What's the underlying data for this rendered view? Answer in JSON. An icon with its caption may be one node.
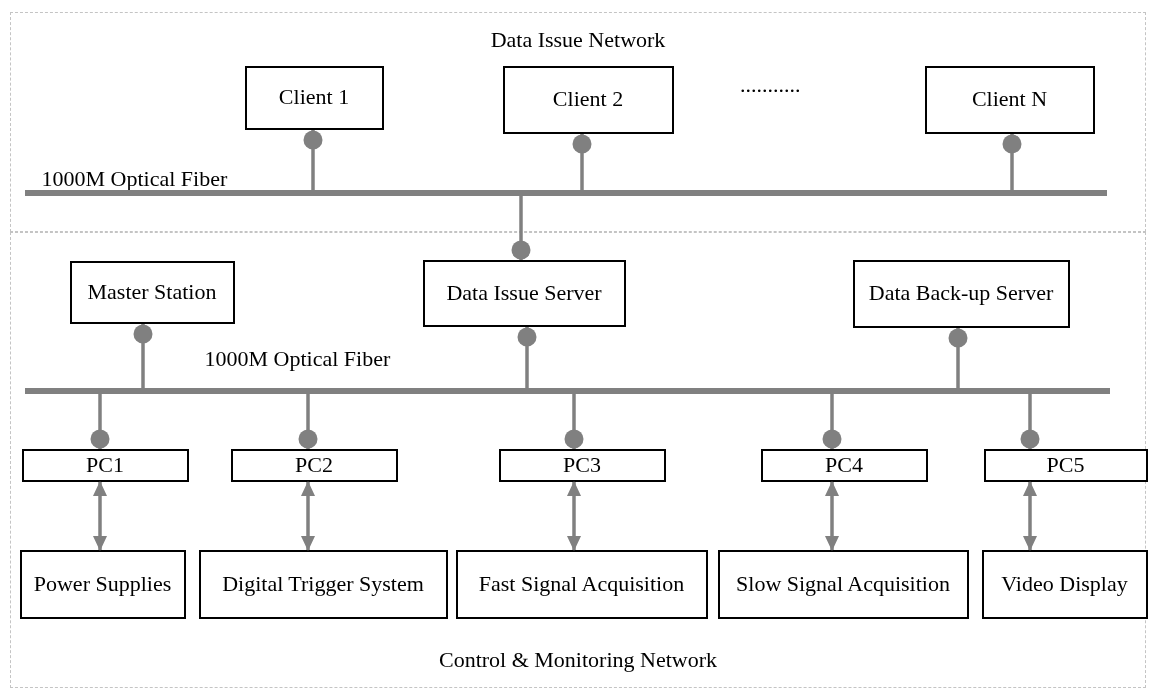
{
  "diagram": {
    "nodes": [
      {
        "text": [
          "Data Issue Network"
        ]
      },
      {
        "text": [
          "Client 1"
        ],
        "in": 0
      },
      {
        "text": [
          "Client 2"
        ],
        "in": 0
      },
      {
        "text": [
          "Client N"
        ],
        "in": 0
      },
      {
        "text": [
          "1000M Optical Fiber"
        ],
        "in": 0
      },
      {
        "text": [
          "Control & Monitoring Network"
        ]
      },
      {
        "text": [
          "Master Station"
        ],
        "in": 5
      },
      {
        "text": [
          "Data Issue Server"
        ],
        "in": 5
      },
      {
        "text": [
          "Data Back-up Server"
        ],
        "in": 5
      },
      {
        "text": [
          "1000M Optical Fiber"
        ],
        "in": 5
      },
      {
        "text": [
          "PC1"
        ],
        "in": 5
      },
      {
        "text": [
          "PC2"
        ],
        "in": 5
      },
      {
        "text": [
          "PC3"
        ],
        "in": 5
      },
      {
        "text": [
          "PC4"
        ],
        "in": 5
      },
      {
        "text": [
          "PC5"
        ],
        "in": 5
      },
      {
        "text": [
          "Power Supplies"
        ],
        "in": 5
      },
      {
        "text": [
          "Digital Trigger System"
        ],
        "in": 5
      },
      {
        "text": [
          "Fast Signal Acquisition"
        ],
        "in": 5
      },
      {
        "text": [
          "Slow Signal Acquisition"
        ],
        "in": 5
      },
      {
        "text": [
          "Video Display"
        ],
        "in": 5
      }
    ],
    "edges": [
      {
        "from": 1,
        "to": 4,
        "arrow": "other"
      },
      {
        "from": 2,
        "to": 4,
        "arrow": "other"
      },
      {
        "from": 3,
        "to": 4,
        "arrow": "other"
      },
      {
        "from": 7,
        "to": 4,
        "arrow": "other"
      },
      {
        "from": 6,
        "to": 9,
        "arrow": "other"
      },
      {
        "from": 7,
        "to": 9,
        "arrow": "other"
      },
      {
        "from": 8,
        "to": 9,
        "arrow": "other"
      },
      {
        "from": 10,
        "to": 9,
        "arrow": "other"
      },
      {
        "from": 11,
        "to": 9,
        "arrow": "other"
      },
      {
        "from": 12,
        "to": 9,
        "arrow": "other"
      },
      {
        "from": 13,
        "to": 9,
        "arrow": "other"
      },
      {
        "from": 14,
        "to": 9,
        "arrow": "other"
      },
      {
        "from": 10,
        "to": 15,
        "arrow": "both"
      },
      {
        "from": 11,
        "to": 16,
        "arrow": "both"
      },
      {
        "from": 12,
        "to": 17,
        "arrow": "both"
      },
      {
        "from": 13,
        "to": 18,
        "arrow": "both"
      },
      {
        "from": 14,
        "to": 19,
        "arrow": "both"
      }
    ],
    "labels": [
      "..........."
    ]
  }
}
